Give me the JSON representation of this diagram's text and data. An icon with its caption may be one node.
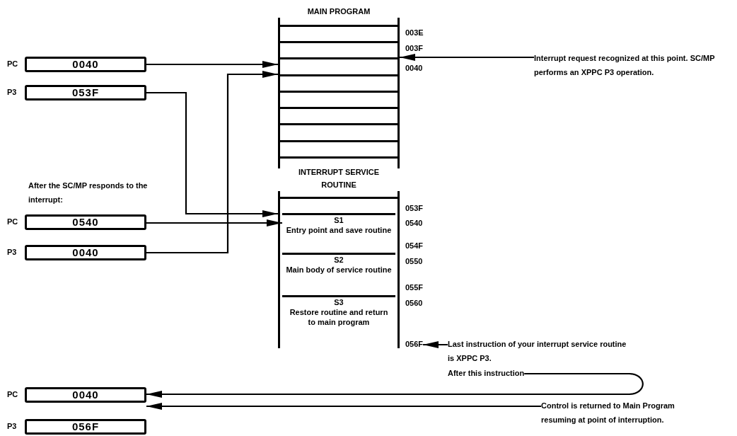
{
  "diagram": {
    "nodes": [
      {
        "text": [
          "0040"
        ],
        "beside": [
          "PC"
        ]
      },
      {
        "text": [
          "053F"
        ],
        "beside": [
          "P3"
        ]
      },
      {
        "text": [
          "MAIN PROGRAM"
        ]
      },
      {
        "text": [
          "Interrupt request recognized at this point. SC/MP performs an XPPC P3 operation."
        ]
      },
      {
        "text": [
          "0540"
        ],
        "beside": [
          "PC"
        ]
      },
      {
        "text": [
          "0040"
        ],
        "beside": [
          "P3"
        ]
      },
      {
        "text": [
          "INTERRUPT SERVICE ROUTINE"
        ]
      },
      {
        "text": [
          "S1",
          "Entry point and save routine"
        ],
        "in": 6
      },
      {
        "text": [
          "S2",
          "Main body of service routine"
        ],
        "in": 6
      },
      {
        "text": [
          "S3",
          "Restore routine and return to main program"
        ],
        "in": 6
      },
      {
        "text": [
          "056F"
        ]
      },
      {
        "text": [
          "Last instruction of your interrupt service routine is XPPC P3."
        ]
      },
      {
        "text": [
          "After this instruction"
        ]
      },
      {
        "text": [
          "0040"
        ],
        "beside": [
          "PC"
        ]
      },
      {
        "text": [
          "056F"
        ],
        "beside": [
          "P3"
        ]
      },
      {
        "text": [
          "Control is returned to Main Program resuming at point of interruption."
        ]
      }
    ],
    "edges": [
      {
        "from": 0,
        "to": 2,
        "arrow": "to"
      },
      {
        "from": 1,
        "to": 6,
        "arrow": "to"
      },
      {
        "from": 4,
        "to": 7,
        "arrow": "to"
      },
      {
        "from": 5,
        "to": 2,
        "arrow": "to"
      },
      {
        "from": 3,
        "to": 2,
        "arrow": "to"
      },
      {
        "from": 11,
        "to": 10,
        "arrow": "to"
      },
      {
        "from": 12,
        "to": 13,
        "arrow": "to"
      },
      {
        "from": 15,
        "to": 13,
        "arrow": "to"
      }
    ],
    "labels": [
      "003E",
      "003F",
      "0040",
      "After the SC/MP responds to the interrupt:",
      "053F",
      "0540",
      "054F",
      "0550",
      "055F",
      "0560"
    ]
  }
}
